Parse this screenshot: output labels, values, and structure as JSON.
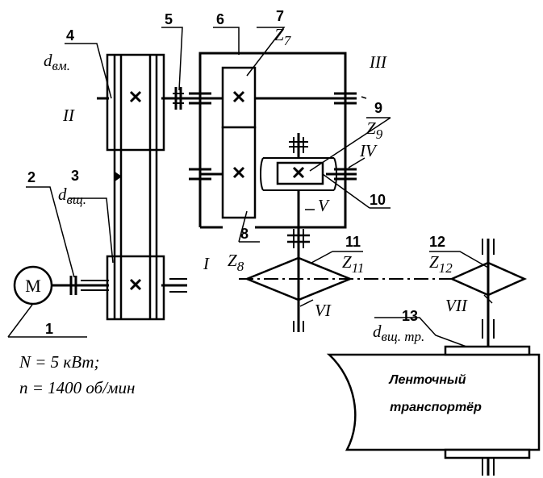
{
  "numbers": {
    "n1": "1",
    "n2": "2",
    "n3": "3",
    "n4": "4",
    "n5": "5",
    "n6": "6",
    "n7": "7",
    "n8": "8",
    "n9": "9",
    "n10": "10",
    "n11": "11",
    "n12": "12",
    "n13": "13"
  },
  "shafts": {
    "s1": "I",
    "s2": "II",
    "s3": "III",
    "s4": "IV",
    "s5": "V",
    "s6": "VI",
    "s7": "VII"
  },
  "gear_labels": {
    "z7": "Z",
    "z7_sub": "7",
    "z8": "Z",
    "z8_sub": "8",
    "z9": "Z",
    "z9_sub": "9",
    "z11": "Z",
    "z11_sub": "11",
    "z12": "Z",
    "z12_sub": "12"
  },
  "diameters": {
    "d_big": "d",
    "d_big_sub": "вм.",
    "d_small": "d",
    "d_small_sub": "вщ.",
    "d_drum": "d",
    "d_drum_sub": "вщ. тр."
  },
  "motor": {
    "symbol": "M"
  },
  "parameters": {
    "power": "N = 5 кВт;",
    "speed": "n = 1400 об/мин"
  },
  "conveyor": {
    "line1": "Ленточный",
    "line2": "транспортёр"
  }
}
